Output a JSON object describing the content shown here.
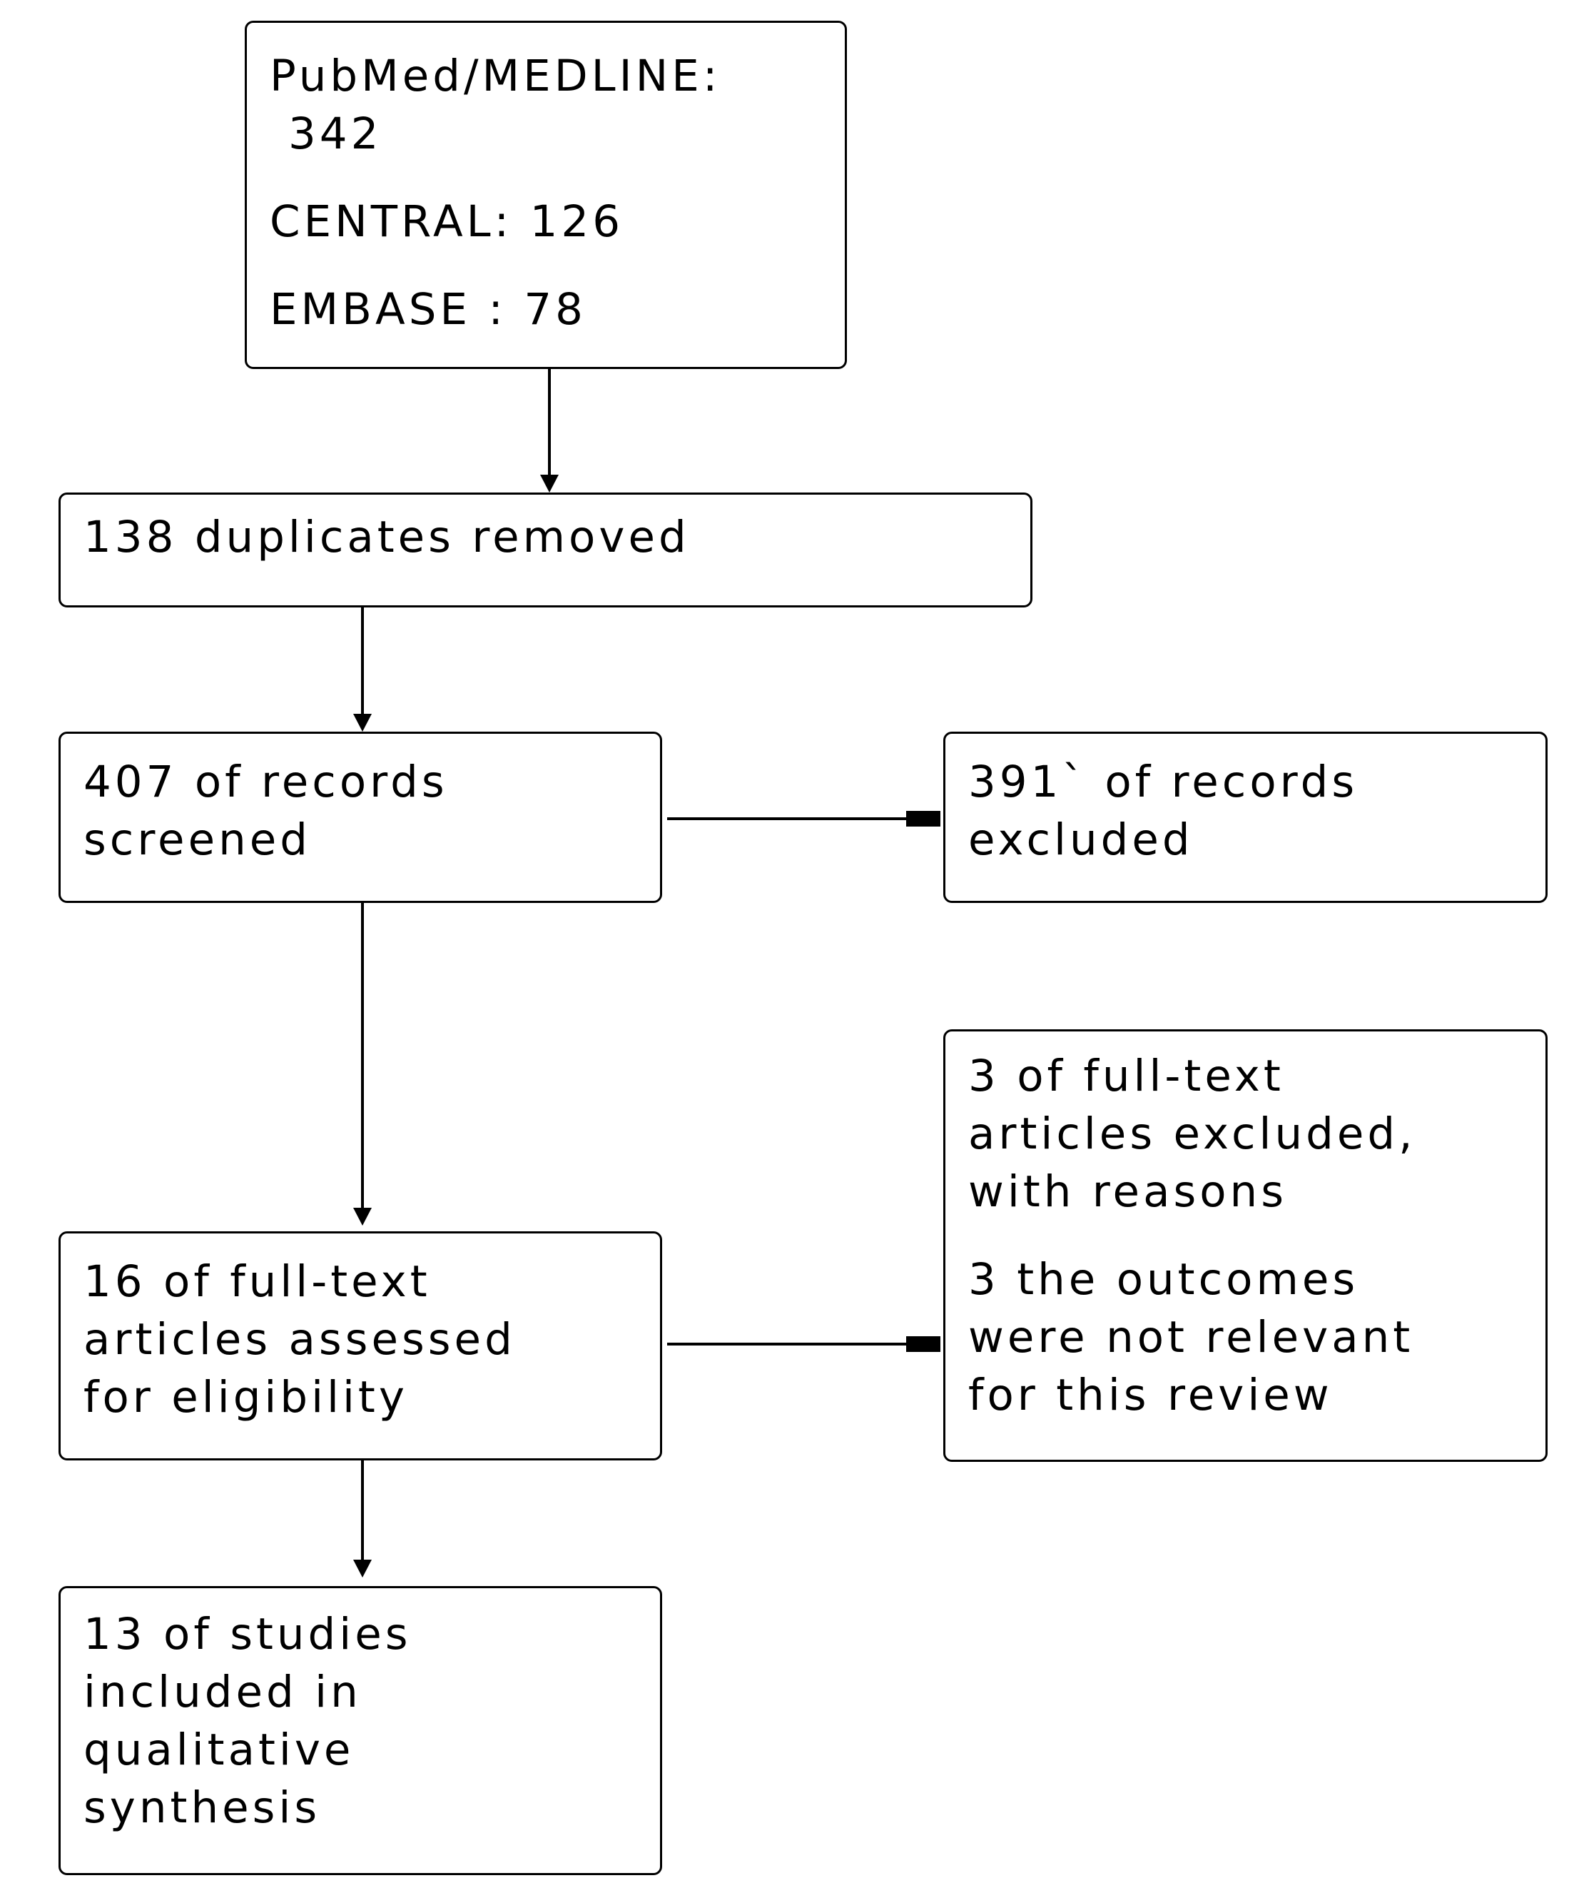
{
  "boxes": {
    "sources": {
      "pubmed": "PubMed/MEDLINE:",
      "pubmed_count": "342",
      "central": "CENTRAL: 126",
      "embase": "EMBASE : 78"
    },
    "duplicates": {
      "text": "138 duplicates removed"
    },
    "screened": {
      "line1": "407 of records",
      "line2": "screened"
    },
    "excluded_records": {
      "line1": "391` of records",
      "line2": "excluded"
    },
    "fulltext_assessed": {
      "line1": "16 of full-text",
      "line2": "articles assessed",
      "line3": "for eligibility"
    },
    "fulltext_excluded": {
      "line1": "3 of full-text",
      "line2": "articles excluded,",
      "line3": "with reasons",
      "line4": "3 the outcomes",
      "line5": "were not relevant",
      "line6": "for this review"
    },
    "included": {
      "line1": "13 of studies",
      "line2": "included in",
      "line3": "qualitative",
      "line4": "synthesis"
    }
  }
}
